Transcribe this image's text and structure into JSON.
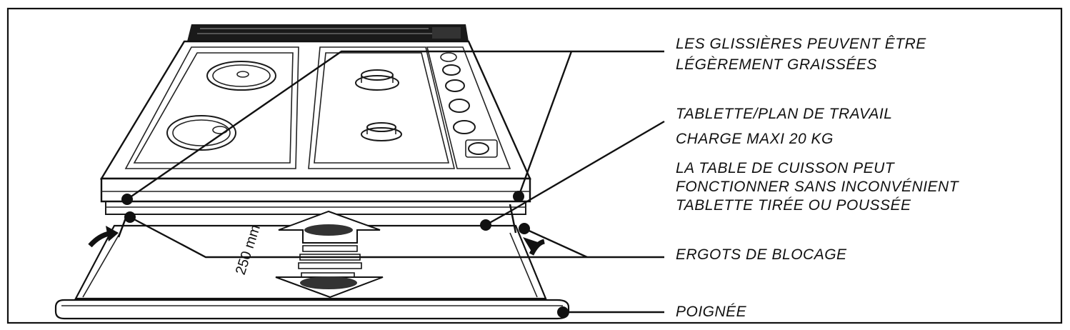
{
  "labels": {
    "glissieres_line1": "LES GLISSIÈRES PEUVENT ÊTRE",
    "glissieres_line2": "LÉGÈREMENT GRAISSÉES",
    "tablette": "TABLETTE/PLAN DE TRAVAIL",
    "charge": "CHARGE MAXI 20 KG",
    "table_line1": "LA TABLE DE CUISSON PEUT",
    "table_line2": "FONCTIONNER SANS INCONVÉNIENT",
    "table_line3": "TABLETTE TIRÉE OU POUSSÉE",
    "ergots": "ERGOTS DE BLOCAGE",
    "poignee": "POIGNÉE"
  },
  "dimension": "250 mm",
  "colors": {
    "ink": "#111111",
    "paper": "#ffffff"
  }
}
